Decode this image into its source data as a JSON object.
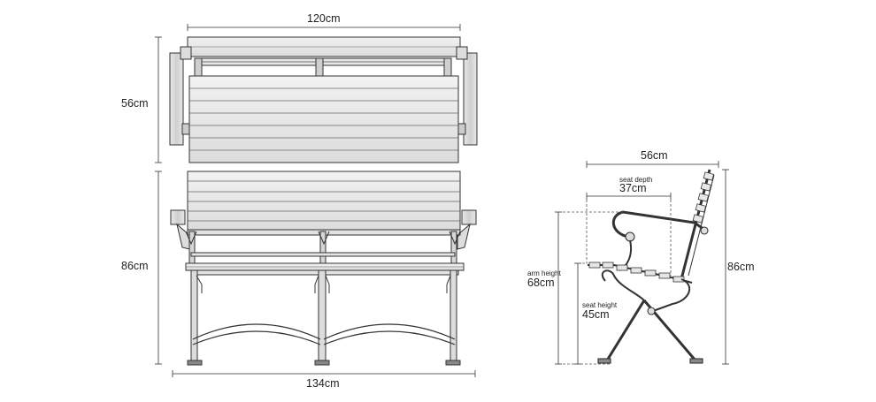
{
  "dimensions": {
    "top_width": "120cm",
    "top_depth": "56cm",
    "front_height": "86cm",
    "overall_width": "134cm",
    "side_depth": "56cm",
    "side_height": "86cm",
    "seat_depth_label": "seat depth",
    "seat_depth_value": "37cm",
    "arm_height_label": "arm height",
    "arm_height_value": "68cm",
    "seat_height_label": "seat height",
    "seat_height_value": "45cm"
  }
}
